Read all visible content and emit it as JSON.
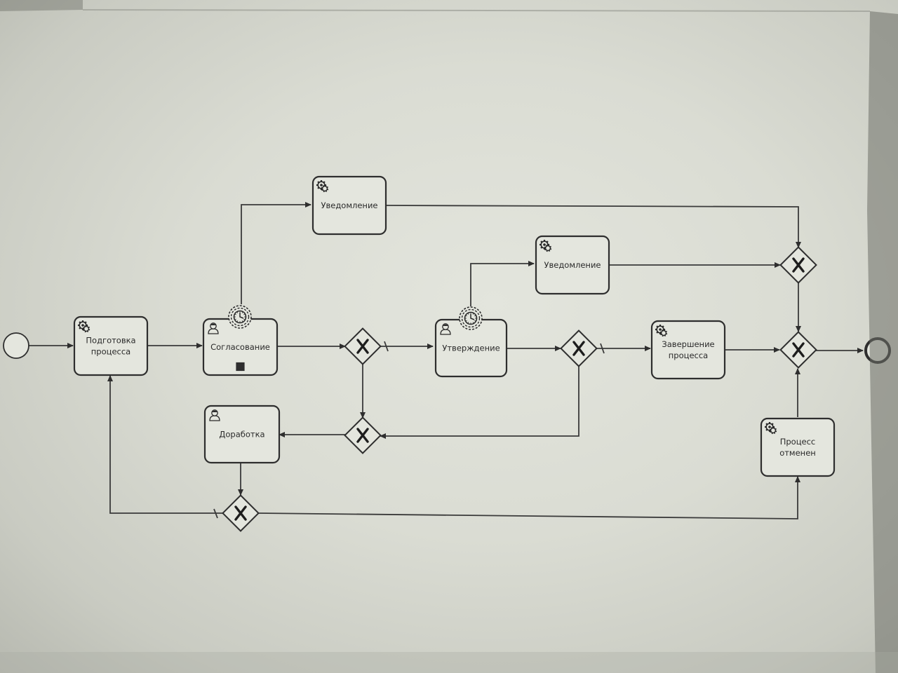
{
  "diagram": {
    "tasks": [
      {
        "id": "prep",
        "label_lines": [
          "Подготовка",
          "процесса"
        ],
        "kind": "service"
      },
      {
        "id": "approve",
        "label_lines": [
          "Согласование"
        ],
        "kind": "user",
        "multi_instance": true
      },
      {
        "id": "notify1",
        "label_lines": [
          "Уведомление"
        ],
        "kind": "service"
      },
      {
        "id": "confirm",
        "label_lines": [
          "Утверждение"
        ],
        "kind": "user"
      },
      {
        "id": "notify2",
        "label_lines": [
          "Уведомление"
        ],
        "kind": "service"
      },
      {
        "id": "finish",
        "label_lines": [
          "Завершение",
          "процесса"
        ],
        "kind": "service"
      },
      {
        "id": "rework",
        "label_lines": [
          "Доработка"
        ],
        "kind": "user"
      },
      {
        "id": "cancel",
        "label_lines": [
          "Процесс",
          "отменен"
        ],
        "kind": "service"
      }
    ],
    "gateways": [
      {
        "id": "gw1",
        "kind": "exclusive"
      },
      {
        "id": "gw2",
        "kind": "exclusive"
      },
      {
        "id": "gw3",
        "kind": "exclusive"
      },
      {
        "id": "gw4",
        "kind": "exclusive"
      },
      {
        "id": "gw5",
        "kind": "exclusive"
      },
      {
        "id": "gw6",
        "kind": "exclusive"
      }
    ],
    "events": [
      {
        "id": "start",
        "kind": "start"
      },
      {
        "id": "end",
        "kind": "end"
      }
    ],
    "boundary_timers": [
      {
        "id": "timer1",
        "attached_to": "approve"
      },
      {
        "id": "timer2",
        "attached_to": "confirm"
      }
    ],
    "colors": {
      "stroke": "#2e2e2e",
      "fill": "#e4e6de",
      "background": "#dadcd3"
    }
  }
}
